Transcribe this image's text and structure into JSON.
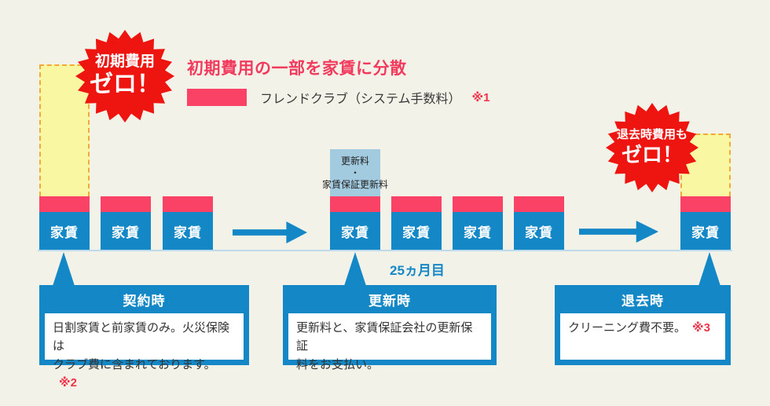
{
  "badges": {
    "initial": {
      "line1": "初期費用",
      "line2": "ゼロ！"
    },
    "moveout": {
      "line1": "退去時費用も",
      "line2": "ゼロ！"
    }
  },
  "header": {
    "title": "初期費用の一部を家賃に分散",
    "legend_label": "フレンドクラブ（システム手数料）",
    "legend_note": "※1"
  },
  "timeline": {
    "bars": [
      {
        "label": "家賃"
      },
      {
        "label": "家賃"
      },
      {
        "label": "家賃"
      },
      {
        "label": "家賃"
      },
      {
        "label": "家賃"
      },
      {
        "label": "家賃"
      },
      {
        "label": "家賃"
      },
      {
        "label": "家賃"
      }
    ],
    "renewal_box_label": "更新料\n・\n家賃保証更新料",
    "month_label": "25ヵ月目"
  },
  "callouts": [
    {
      "title": "契約時",
      "body": "日割家賃と前家賃のみ。火災保険は\nクラブ費に含まれております。",
      "note": "※2"
    },
    {
      "title": "更新時",
      "body": "更新料と、家賃保証会社の更新保証\n料をお支払い。",
      "note": ""
    },
    {
      "title": "退去時",
      "body": "クリーニング費不要。",
      "note": "※3"
    }
  ],
  "colors": {
    "bg": "#f3f2e9",
    "blue": "#1488c6",
    "pink": "#fa4166",
    "title-pink": "#f23a5d",
    "burst-red": "#ee1511",
    "note-red": "#ef3449",
    "yellow": "#f9f7a2",
    "yellow-border": "#f3a939",
    "renewal-blue": "#a3cbe0",
    "baseline": "#bcdaeb",
    "text": "#333333"
  }
}
